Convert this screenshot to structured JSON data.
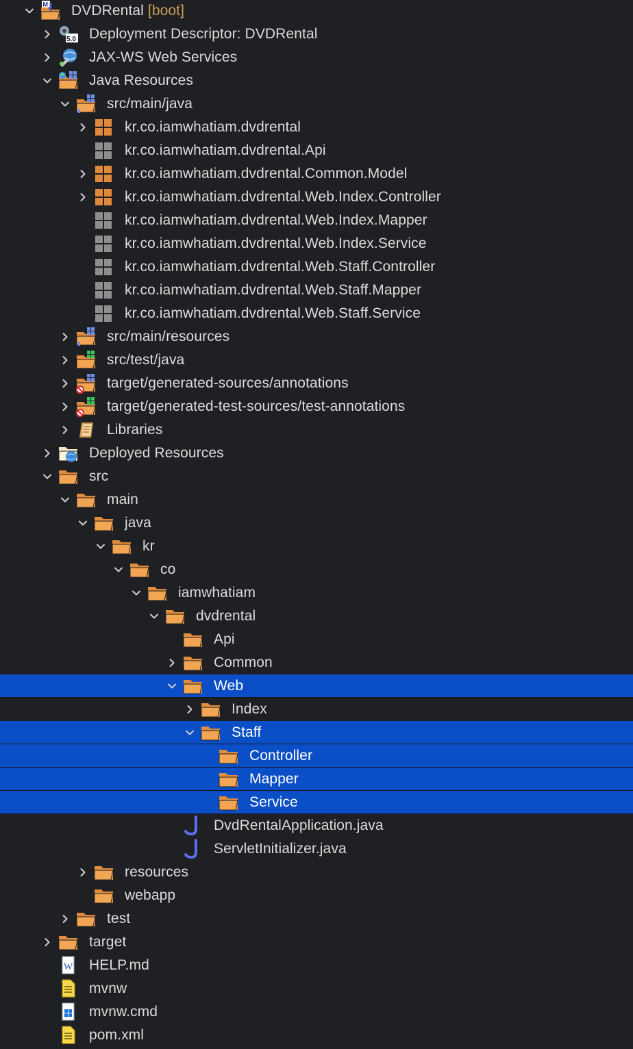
{
  "colors": {
    "background": "#1f2023",
    "selection": "#0b4fc8",
    "text": "#dcdcdc",
    "folder": "#e08c3c",
    "decoration": "#c9a15a"
  },
  "tree": [
    {
      "depth": 0,
      "chevron": "down",
      "icon": "maven-project-icon",
      "label": "DVDRental",
      "tag": "[boot]"
    },
    {
      "depth": 1,
      "chevron": "right",
      "icon": "deployment-descriptor-icon",
      "label": "Deployment Descriptor: DVDRental"
    },
    {
      "depth": 1,
      "chevron": "right",
      "icon": "web-services-icon",
      "label": "JAX-WS Web Services"
    },
    {
      "depth": 1,
      "chevron": "down",
      "icon": "java-resources-icon",
      "label": "Java Resources"
    },
    {
      "depth": 2,
      "chevron": "down",
      "icon": "source-folder-icon",
      "label": "src/main/java"
    },
    {
      "depth": 3,
      "chevron": "right",
      "icon": "package-icon",
      "label": "kr.co.iamwhatiam.dvdrental"
    },
    {
      "depth": 3,
      "chevron": "none",
      "icon": "empty-package-icon",
      "label": "kr.co.iamwhatiam.dvdrental.Api"
    },
    {
      "depth": 3,
      "chevron": "right",
      "icon": "package-icon",
      "label": "kr.co.iamwhatiam.dvdrental.Common.Model"
    },
    {
      "depth": 3,
      "chevron": "right",
      "icon": "package-icon",
      "label": "kr.co.iamwhatiam.dvdrental.Web.Index.Controller"
    },
    {
      "depth": 3,
      "chevron": "none",
      "icon": "empty-package-icon",
      "label": "kr.co.iamwhatiam.dvdrental.Web.Index.Mapper"
    },
    {
      "depth": 3,
      "chevron": "none",
      "icon": "empty-package-icon",
      "label": "kr.co.iamwhatiam.dvdrental.Web.Index.Service"
    },
    {
      "depth": 3,
      "chevron": "none",
      "icon": "empty-package-icon",
      "label": "kr.co.iamwhatiam.dvdrental.Web.Staff.Controller"
    },
    {
      "depth": 3,
      "chevron": "none",
      "icon": "empty-package-icon",
      "label": "kr.co.iamwhatiam.dvdrental.Web.Staff.Mapper"
    },
    {
      "depth": 3,
      "chevron": "none",
      "icon": "empty-package-icon",
      "label": "kr.co.iamwhatiam.dvdrental.Web.Staff.Service"
    },
    {
      "depth": 2,
      "chevron": "right",
      "icon": "source-folder-icon",
      "label": "src/main/resources"
    },
    {
      "depth": 2,
      "chevron": "right",
      "icon": "test-source-folder-icon",
      "label": "src/test/java"
    },
    {
      "depth": 2,
      "chevron": "right",
      "icon": "generated-source-folder-icon",
      "label": "target/generated-sources/annotations"
    },
    {
      "depth": 2,
      "chevron": "right",
      "icon": "generated-test-folder-icon",
      "label": "target/generated-test-sources/test-annotations"
    },
    {
      "depth": 2,
      "chevron": "right",
      "icon": "libraries-icon",
      "label": "Libraries"
    },
    {
      "depth": 1,
      "chevron": "right",
      "icon": "deployed-resources-icon",
      "label": "Deployed Resources"
    },
    {
      "depth": 1,
      "chevron": "down",
      "icon": "folder-icon",
      "label": "src"
    },
    {
      "depth": 2,
      "chevron": "down",
      "icon": "folder-icon",
      "label": "main"
    },
    {
      "depth": 3,
      "chevron": "down",
      "icon": "folder-icon",
      "label": "java"
    },
    {
      "depth": 4,
      "chevron": "down",
      "icon": "folder-icon",
      "label": "kr"
    },
    {
      "depth": 5,
      "chevron": "down",
      "icon": "folder-icon",
      "label": "co"
    },
    {
      "depth": 6,
      "chevron": "down",
      "icon": "folder-icon",
      "label": "iamwhatiam"
    },
    {
      "depth": 7,
      "chevron": "down",
      "icon": "folder-icon",
      "label": "dvdrental"
    },
    {
      "depth": 8,
      "chevron": "none",
      "icon": "folder-icon",
      "label": "Api"
    },
    {
      "depth": 8,
      "chevron": "right",
      "icon": "folder-icon",
      "label": "Common"
    },
    {
      "depth": 8,
      "chevron": "down",
      "icon": "folder-icon",
      "label": "Web",
      "selected": true
    },
    {
      "depth": 9,
      "chevron": "right",
      "icon": "folder-icon",
      "label": "Index"
    },
    {
      "depth": 9,
      "chevron": "down",
      "icon": "folder-icon",
      "label": "Staff",
      "selected": true
    },
    {
      "depth": 10,
      "chevron": "none",
      "icon": "folder-icon",
      "label": "Controller",
      "selected": true
    },
    {
      "depth": 10,
      "chevron": "none",
      "icon": "folder-icon",
      "label": "Mapper",
      "selected": true
    },
    {
      "depth": 10,
      "chevron": "none",
      "icon": "folder-icon",
      "label": "Service",
      "selected": true
    },
    {
      "depth": 8,
      "chevron": "none",
      "icon": "java-file-icon",
      "label": "DvdRentalApplication.java"
    },
    {
      "depth": 8,
      "chevron": "none",
      "icon": "java-file-icon",
      "label": "ServletInitializer.java"
    },
    {
      "depth": 3,
      "chevron": "right",
      "icon": "folder-icon",
      "label": "resources"
    },
    {
      "depth": 3,
      "chevron": "none",
      "icon": "folder-icon",
      "label": "webapp"
    },
    {
      "depth": 2,
      "chevron": "right",
      "icon": "folder-icon",
      "label": "test"
    },
    {
      "depth": 1,
      "chevron": "right",
      "icon": "folder-icon",
      "label": "target"
    },
    {
      "depth": 1,
      "chevron": "none",
      "icon": "markdown-file-icon",
      "label": "HELP.md"
    },
    {
      "depth": 1,
      "chevron": "none",
      "icon": "text-file-icon",
      "label": "mvnw"
    },
    {
      "depth": 1,
      "chevron": "none",
      "icon": "windows-cmd-file-icon",
      "label": "mvnw.cmd"
    },
    {
      "depth": 1,
      "chevron": "none",
      "icon": "text-file-icon",
      "label": "pom.xml"
    }
  ]
}
